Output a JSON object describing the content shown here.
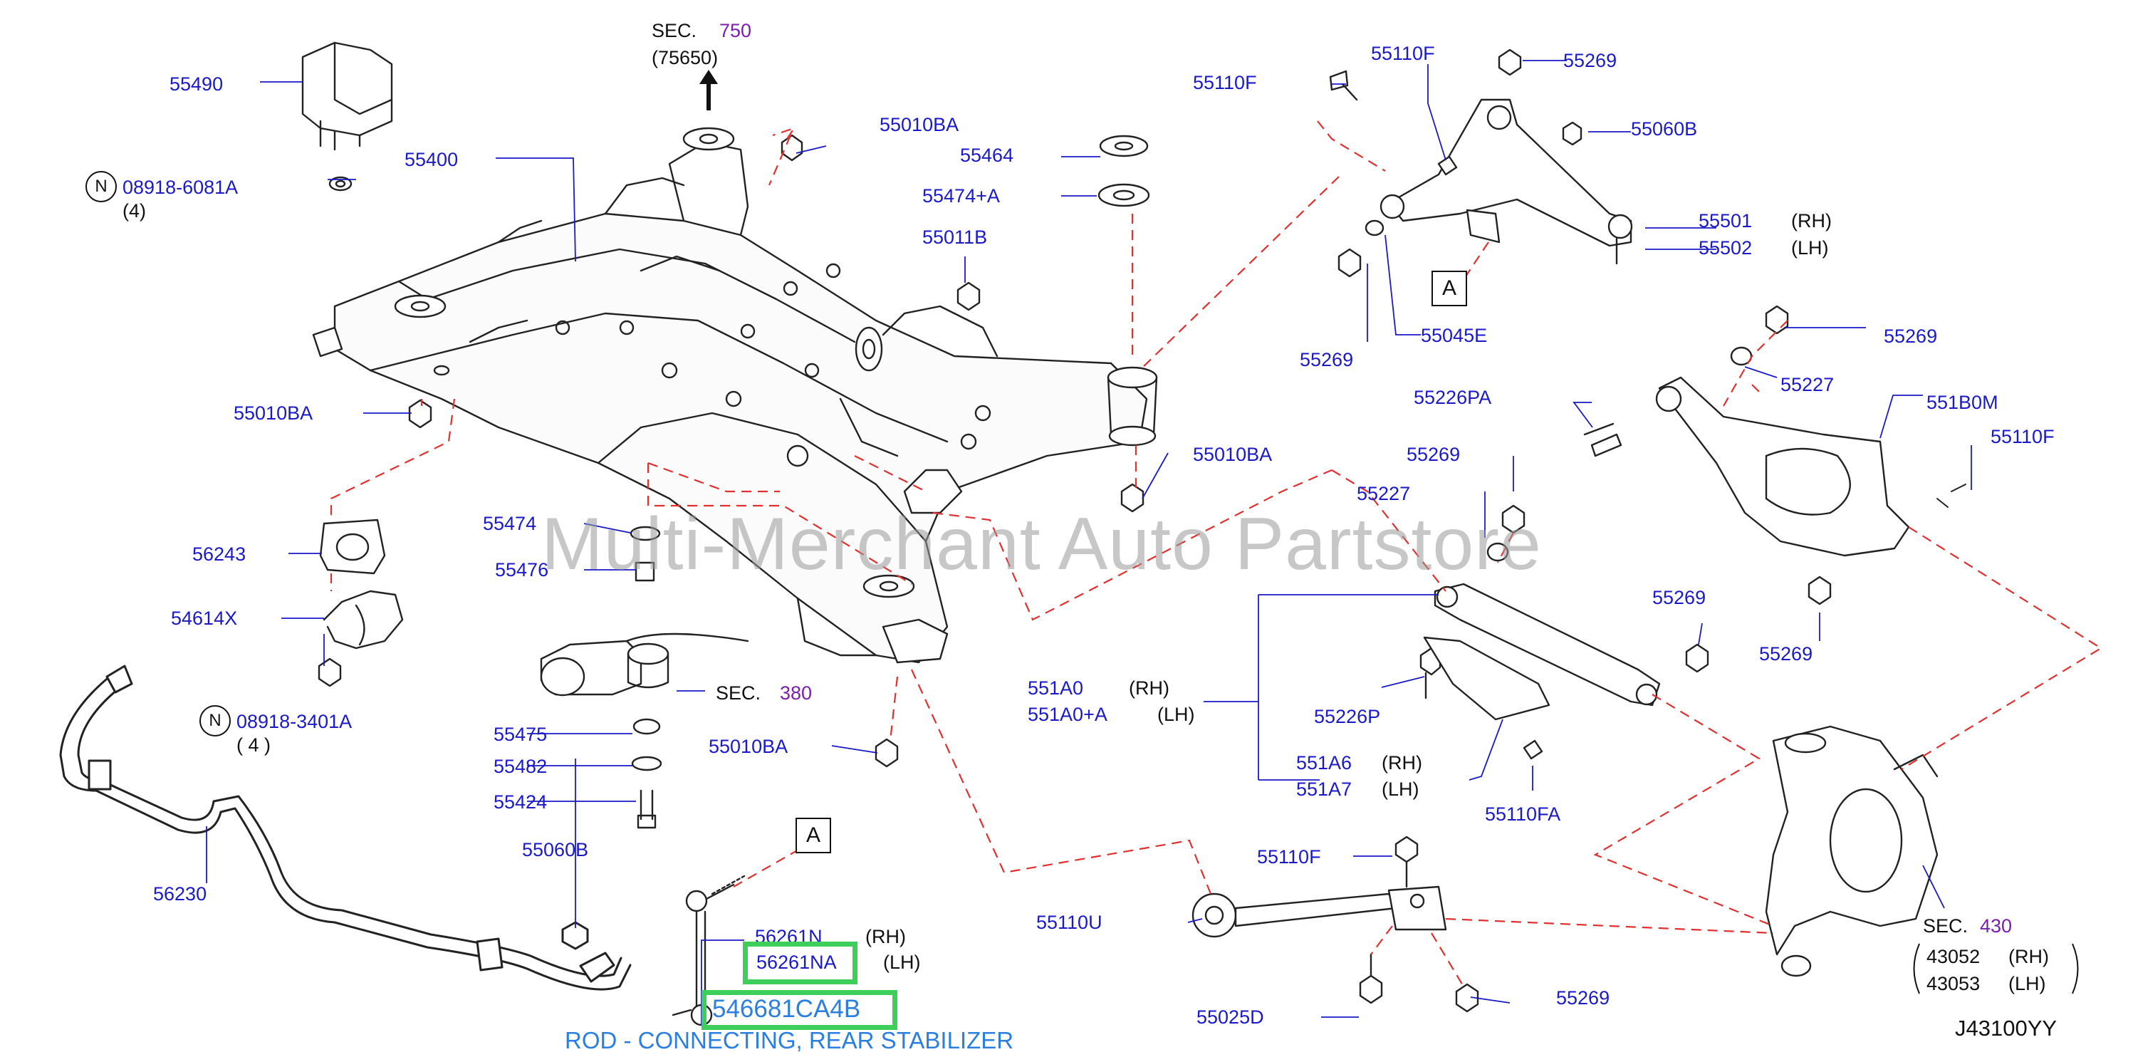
{
  "colors": {
    "part_number": "#1a1ac8",
    "section_number": "#7a1fb0",
    "highlight": "#3ecf5a",
    "caption": "#2a7fe0",
    "leader_dash": "#e03030"
  },
  "labels": {
    "p55490": "55490",
    "p55400": "55400",
    "n1_code": "08918-6081A",
    "n1_qty": "(4)",
    "sec750_prefix": "SEC.",
    "sec750_num": "750",
    "sec750_sub": "(75650)",
    "p55010BA_a": "55010BA",
    "p55464": "55464",
    "p55474A": "55474+A",
    "p55011B": "55011B",
    "p55010BA_b": "55010BA",
    "p55010BA_c": "55010BA",
    "p55010BA_d": "55010BA",
    "p56243": "56243",
    "p54614X": "54614X",
    "n2_code": "08918-3401A",
    "n2_qty": "( 4 )",
    "p55474": "55474",
    "p55476": "55476",
    "sec380_prefix": "SEC.",
    "sec380_num": "380",
    "p55475": "55475",
    "p55482": "55482",
    "p55424": "55424",
    "p55060B_a": "55060B",
    "p56230": "56230",
    "boxA_1": "A",
    "p56261N": "56261N",
    "p56261N_side": "(RH)",
    "p56261NA": "56261NA",
    "p56261NA_side": "(LH)",
    "p546681": "546681CA4B",
    "caption": "ROD - CONNECTING, REAR STABILIZER",
    "p55110F_a": "55110F",
    "p55110F_b": "55110F",
    "p55269_a": "55269",
    "p55060B_b": "55060B",
    "p55501": "55501",
    "p55501_side": "(RH)",
    "p55502": "55502",
    "p55502_side": "(LH)",
    "boxA_2": "A",
    "p55045E": "55045E",
    "p55269_b": "55269",
    "p55269_c": "55269",
    "p55227_a": "55227",
    "p55226PA": "55226PA",
    "p551B0M": "551B0M",
    "p55110F_c": "55110F",
    "p55269_d": "55269",
    "p55227_b": "55227",
    "p55269_e": "55269",
    "p55269_f": "55269",
    "p551A0": "551A0",
    "p551A0_side": "(RH)",
    "p551A0A": "551A0+A",
    "p551A0A_side": "(LH)",
    "p55226P": "55226P",
    "p551A6": "551A6",
    "p551A6_side": "(RH)",
    "p551A7": "551A7",
    "p551A7_side": "(LH)",
    "p55110FA": "55110FA",
    "p55110F_d": "55110F",
    "p55110U": "55110U",
    "p55269_g": "55269",
    "p55025D": "55025D",
    "sec430_prefix": "SEC.",
    "sec430_num": "430",
    "p43052": "43052",
    "p43052_side": "(RH)",
    "p43053": "43053",
    "p43053_side": "(LH)",
    "plate_code": "J43100YY",
    "watermark": "Multi-Merchant Auto Partstore"
  }
}
